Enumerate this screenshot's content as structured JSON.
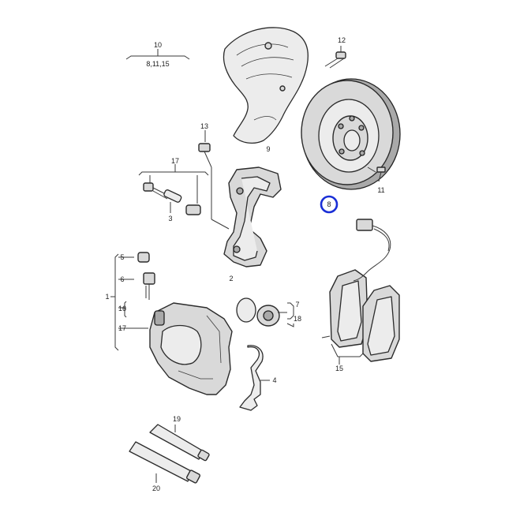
{
  "callouts": {
    "c10": "10",
    "c10sub": "8,11,15",
    "c12": "12",
    "c13": "13",
    "c9": "9",
    "c17a": "17",
    "c3": "3",
    "c2": "2",
    "c8": "8",
    "c11": "11",
    "c5": "5",
    "c6": "6",
    "c1": "1",
    "c16": "16",
    "c17b": "17",
    "c7": "7",
    "c4": "4",
    "c15": "15",
    "c18": "18",
    "c19": "19",
    "c20": "20"
  },
  "highlight": {
    "color": "#1a2fd6",
    "target": "8"
  },
  "icons": [
    "brake-disc",
    "splash-shield",
    "caliper-carrier",
    "caliper-housing",
    "brake-pads",
    "wear-sensor",
    "guide-pins",
    "piston-seal-kit",
    "spring-clip",
    "grease-tubes"
  ]
}
